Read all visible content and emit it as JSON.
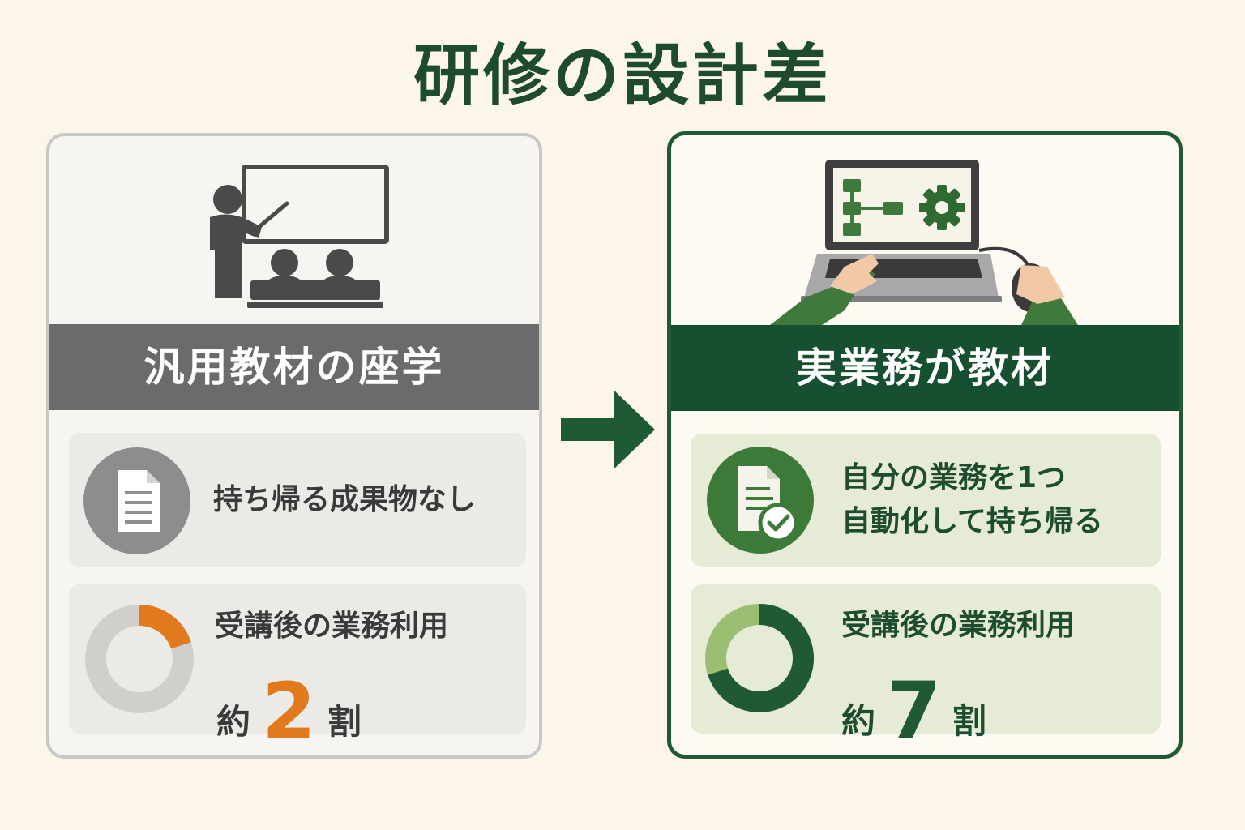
{
  "title": "研修の設計差",
  "left": {
    "banner": "汎用教材の座学",
    "card1_text": "持ち帰る成果物なし",
    "card2_label": "受講後の業務利用",
    "stat_prefix": "約",
    "stat_value": "2",
    "stat_suffix": "割",
    "usage_fraction": 0.2,
    "accent_color": "#e07a1c",
    "icons": [
      "presenter-icon",
      "audience-icon",
      "document-icon"
    ]
  },
  "right": {
    "banner": "実業務が教材",
    "card1_line1": "自分の業務を1つ",
    "card1_line2": "自動化して持ち帰る",
    "card2_label": "受講後の業務利用",
    "stat_prefix": "約",
    "stat_value": "7",
    "stat_suffix": "割",
    "usage_fraction": 0.7,
    "accent_color": "#1f5a32",
    "icons": [
      "laptop-icon",
      "flowchart-icon",
      "gear-icon",
      "hands-icon",
      "mouse-icon",
      "document-check-icon"
    ]
  },
  "colors": {
    "background": "#fcf6ea",
    "title": "#1e4a30",
    "left_banner": "#6b6b6b",
    "right_banner": "#175030",
    "arrow": "#1e5a34"
  }
}
